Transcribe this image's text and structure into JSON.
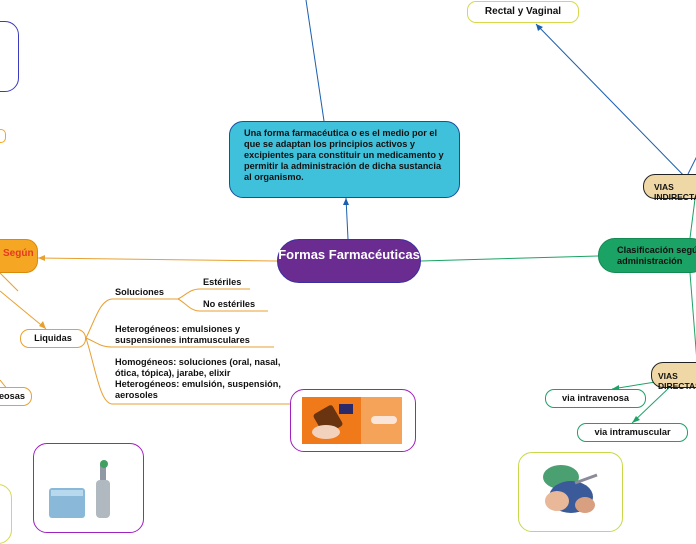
{
  "center": {
    "label": "Formas Farmacéuticas"
  },
  "definition": {
    "text": "Una forma farmacéutica o  es el medio por el que se adaptan los principios activos y excipientes para constituir un medicamento y permitir la administración de dicha sustancia al organismo."
  },
  "right_branch": {
    "clasificacion": "Clasificación según administración",
    "vias_indirectas": "VIAS INDIRECTAS",
    "vias_directas": "VIAS DIRECTAS",
    "rectal_vaginal": "Rectal y Vaginal",
    "via_intravenosa": "via intravenosa",
    "via_intramuscular": "via intramuscular"
  },
  "left_branch": {
    "partial_node": "Según",
    "liquidas": "Liquidas",
    "osas_partial": "Gaseosas",
    "soluciones": "Soluciones",
    "esteriles": "Estériles",
    "no_esteriles": "No estériles",
    "heterogeneos": "Heterogéneos: emulsiones y suspensiones intramusculares",
    "homogeneos": "Homogéneos: soluciones (oral, nasal, ótica, tópica), jarabe, elixir Heterogéneos: emulsión, suspensión, aerosoles"
  },
  "colors": {
    "center_fill": "#6a2c91",
    "definition_fill": "#3fc1db",
    "clasificacion_fill": "#1ba365",
    "vias_fill": "#efd8a6",
    "orange": "#f5a623",
    "link_blue": "#1b5fb0"
  }
}
